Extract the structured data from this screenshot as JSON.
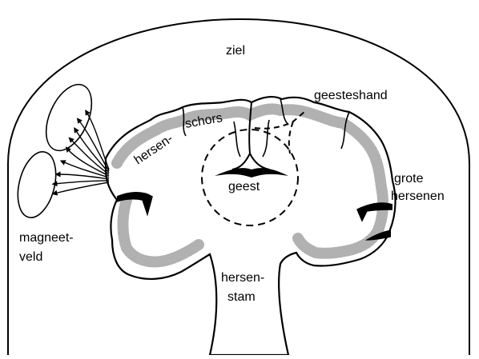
{
  "labels": {
    "ziel": "ziel",
    "geesteshand": "geesteshand",
    "hersen": "hersen-",
    "schors": "schors",
    "geest": "geest",
    "grote": "grote",
    "hersenen": "hersenen",
    "magneet": "magneet-",
    "veld": "veld",
    "hersen_stam_1": "hersen-",
    "hersen_stam_2": "stam"
  },
  "colors": {
    "ink": "#000000",
    "paper": "#ffffff",
    "stipple": "#9a9a9a"
  }
}
